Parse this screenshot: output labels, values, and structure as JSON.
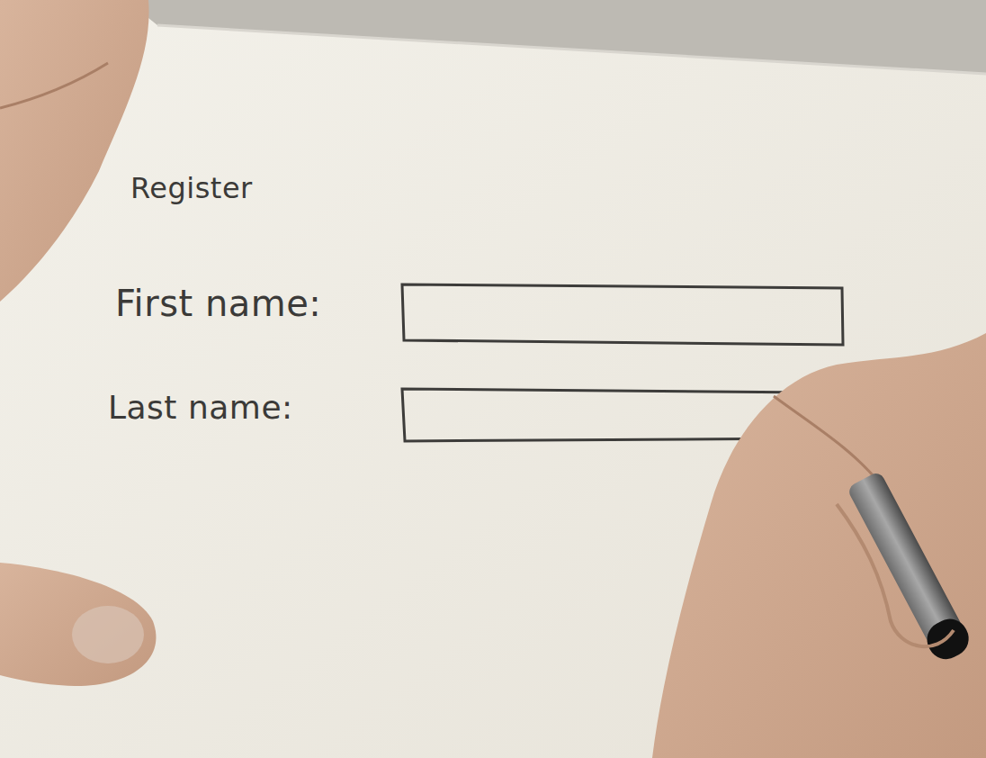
{
  "diagram": {
    "title": "Register",
    "labels": [
      "First name:",
      "Last name:"
    ]
  }
}
